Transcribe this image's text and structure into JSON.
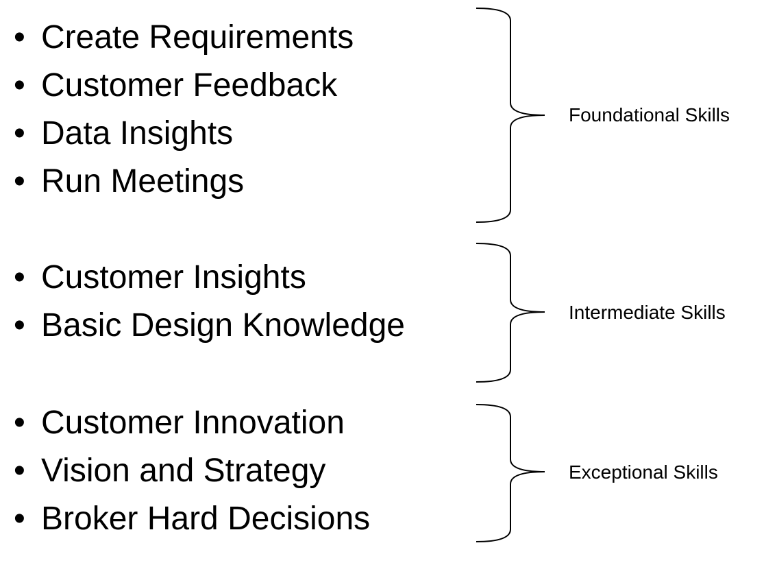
{
  "bullet_glyph": "•",
  "groups": [
    {
      "label": "Foundational Skills",
      "items": [
        "Create Requirements",
        "Customer Feedback",
        "Data Insights",
        "Run Meetings"
      ]
    },
    {
      "label": "Intermediate Skills",
      "items": [
        "Customer Insights",
        "Basic Design Knowledge"
      ]
    },
    {
      "label": "Exceptional Skills",
      "items": [
        "Customer Innovation",
        "Vision and Strategy",
        "Broker Hard Decisions"
      ]
    }
  ]
}
